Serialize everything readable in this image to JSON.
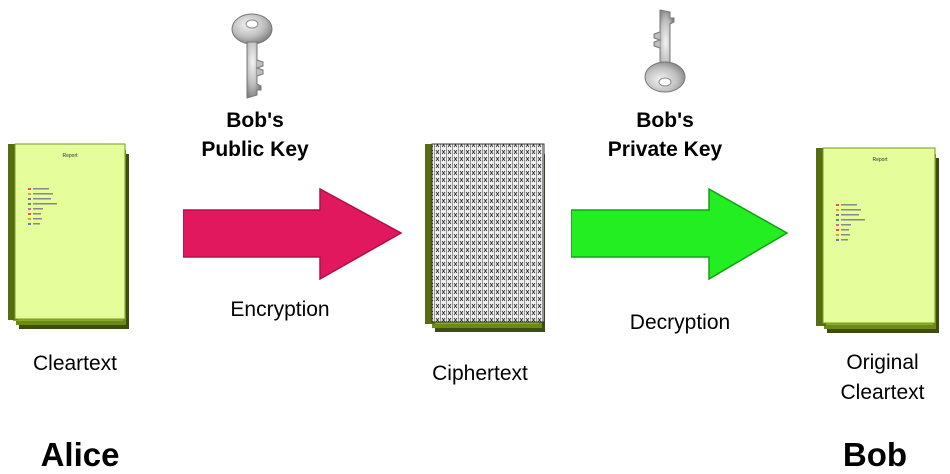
{
  "left_doc": {
    "label": "Cleartext",
    "page_title": "Report",
    "bullet_colors": [
      "#e85050",
      "#e0a030",
      "#7070d0",
      "#50a050",
      "#d060c0"
    ]
  },
  "cipher_doc": {
    "label": "Ciphertext"
  },
  "right_doc": {
    "label_line1": "Original",
    "label_line2": "Cleartext",
    "page_title": "Report"
  },
  "public_key": {
    "line1": "Bob's",
    "line2": "Public Key"
  },
  "private_key": {
    "line1": "Bob's",
    "line2": "Private Key"
  },
  "encryption": {
    "label": "Encryption",
    "arrow_color": "#e2185e"
  },
  "decryption": {
    "label": "Decryption",
    "arrow_color": "#22ee22"
  },
  "sender": {
    "name": "Alice"
  },
  "receiver": {
    "name": "Bob"
  },
  "colors": {
    "page_fill": "#e6fd9c",
    "page_edge": "#7a9a20",
    "page_shadow": "#4c6010",
    "key_fill": "#c8c8c8"
  }
}
